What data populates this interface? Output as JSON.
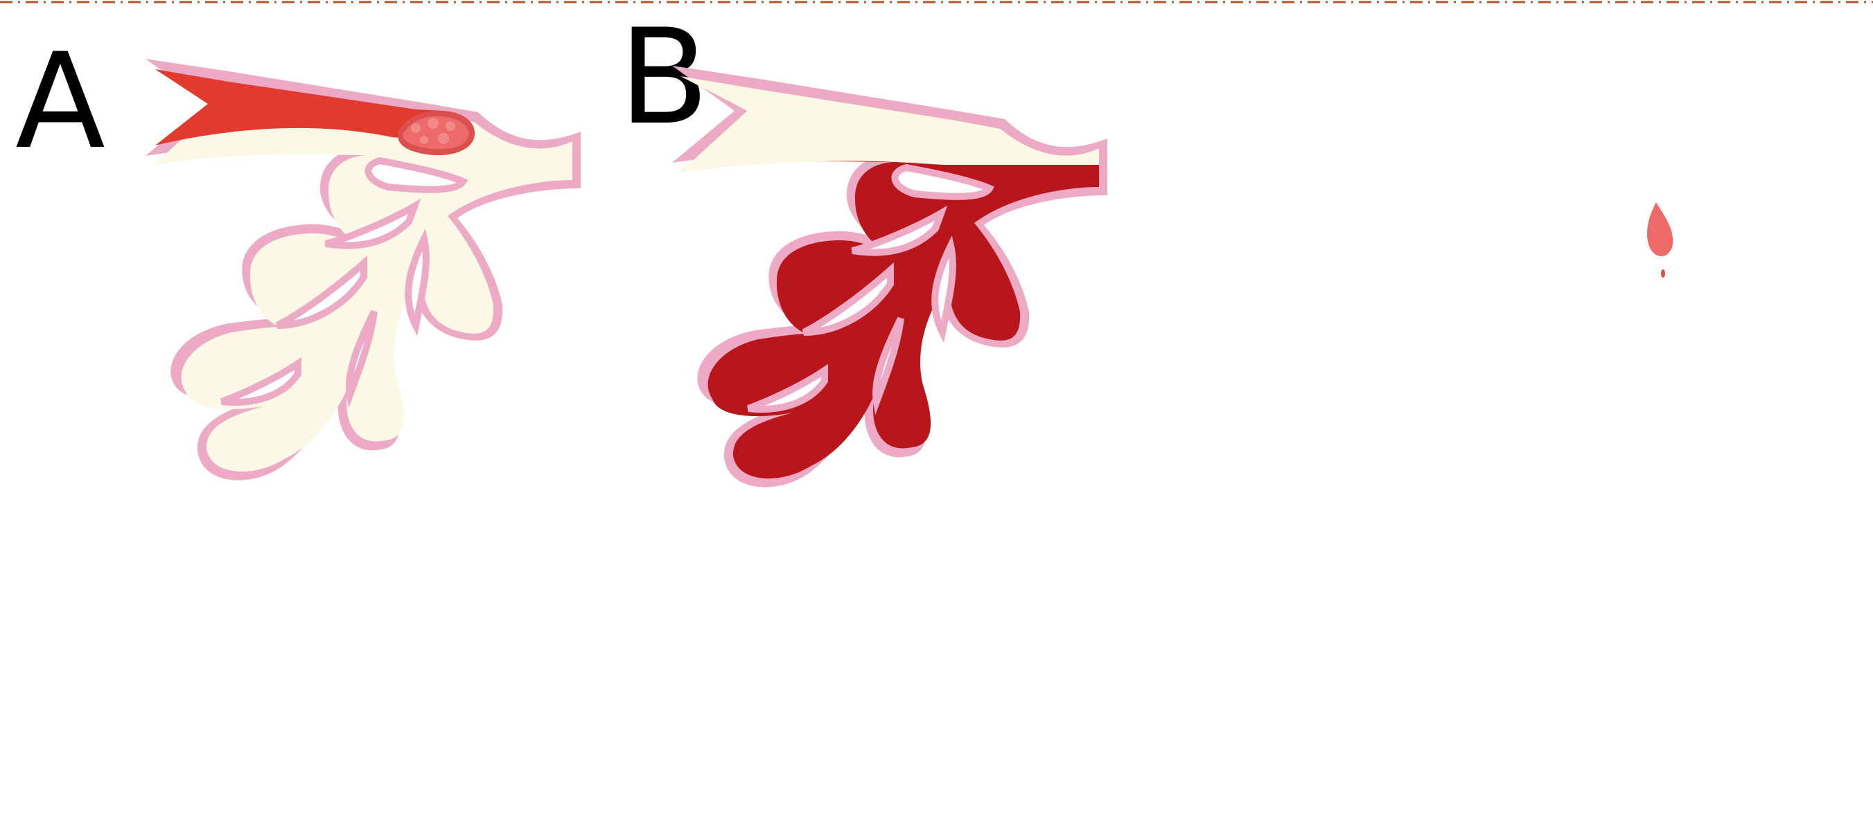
{
  "panels": [
    {
      "id": "A",
      "label": "A"
    },
    {
      "id": "B",
      "label": "B"
    }
  ],
  "colors": {
    "tissue": "#fcf8e6",
    "outline": "#ecaac4",
    "arterial_blood": "#e23a2e",
    "infarct_blood": "#b8161b",
    "clot": "#ee6a68",
    "clot_dark": "#d9504f",
    "border": "#b5532a"
  },
  "icons": {
    "clot": "thrombus-icon",
    "droplet": "blood-drop-icon"
  }
}
